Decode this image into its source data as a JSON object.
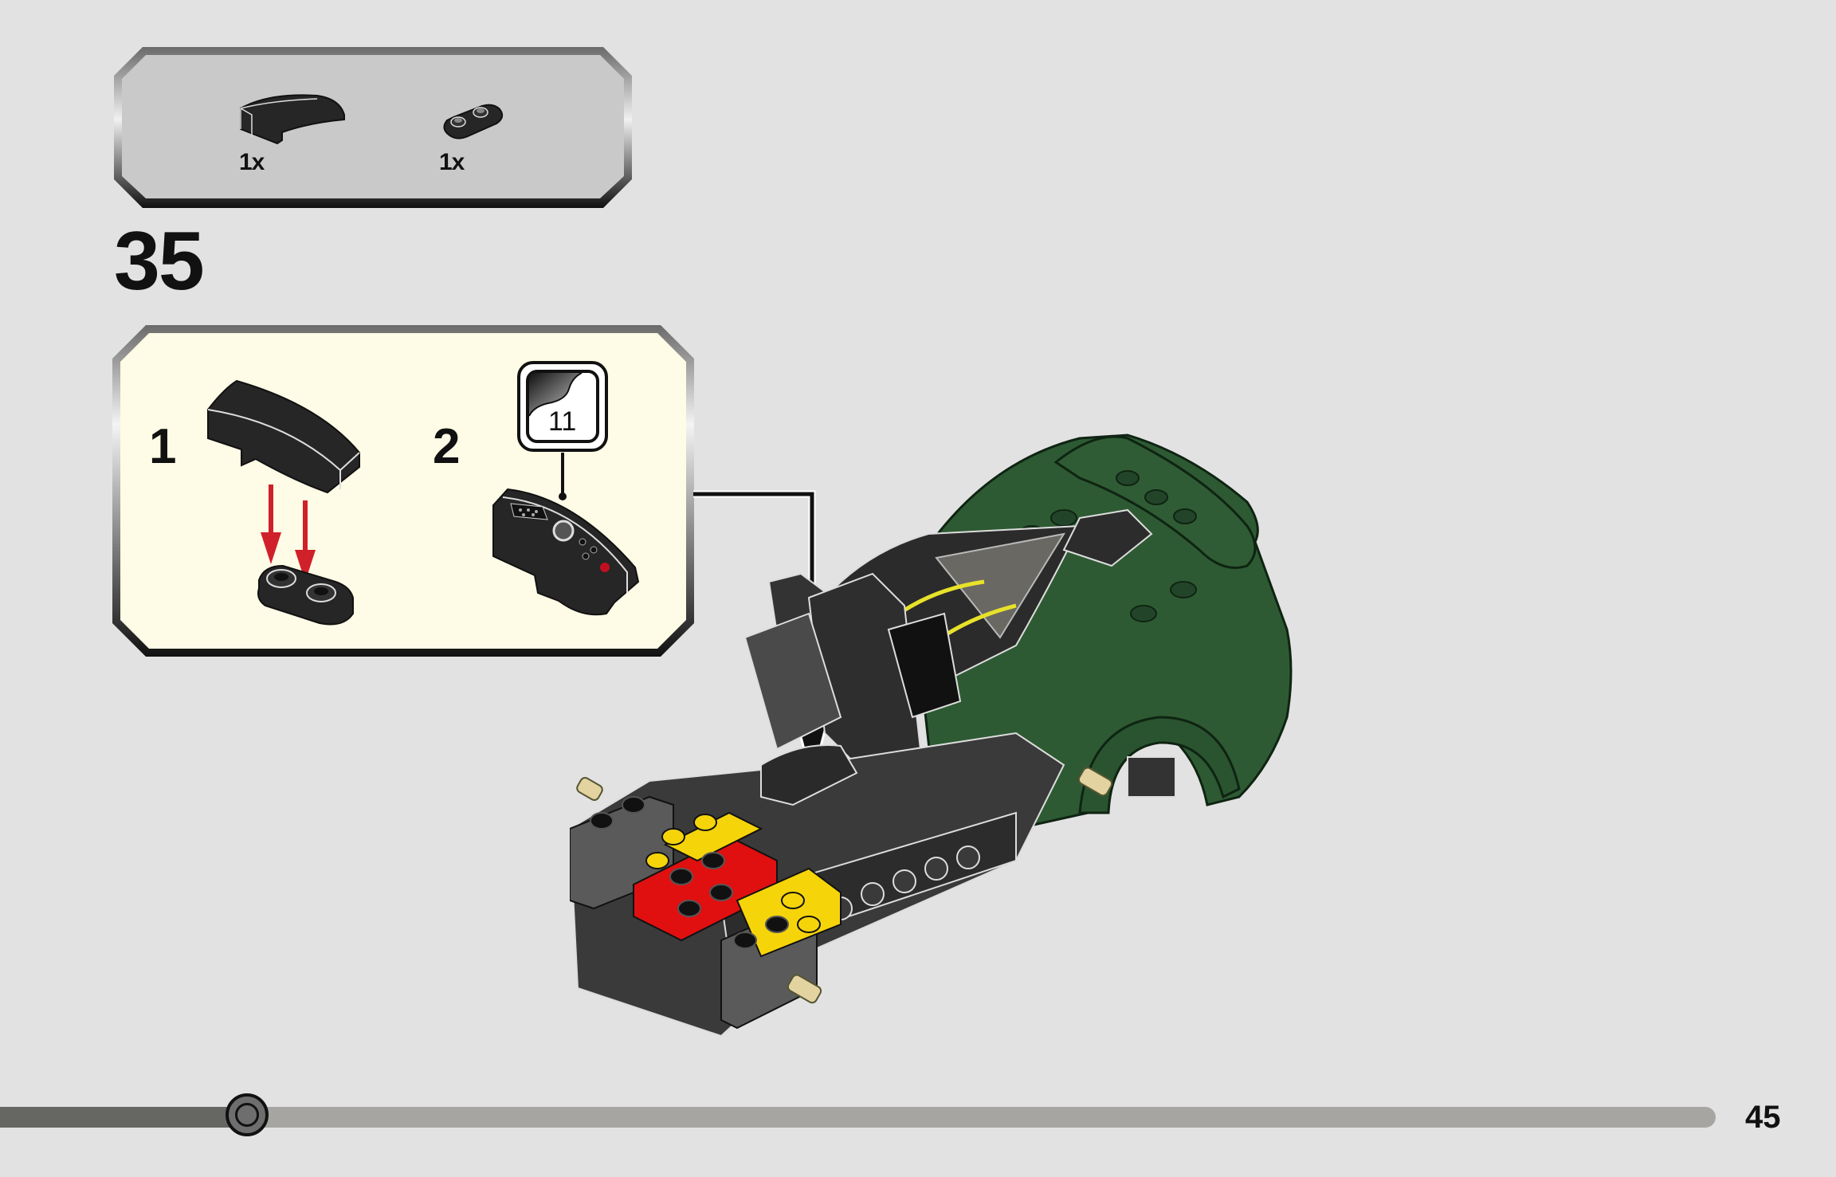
{
  "page": {
    "background": "#e3e2e3",
    "page_number": "45"
  },
  "parts_list": {
    "background": "#c9c9c9",
    "items": [
      {
        "part": "black-curved-slope-1x2",
        "color": "#2a2a2a",
        "quantity": "1x"
      },
      {
        "part": "black-plate-1x2-rounded",
        "color": "#2a2a2a",
        "quantity": "1x"
      }
    ]
  },
  "step": {
    "number": "35",
    "substeps_panel": {
      "background": "#fefbe6",
      "substeps": [
        {
          "number": "1",
          "description": "curved slope attached onto rounded plate",
          "arrow_color": "#d0202a"
        },
        {
          "number": "2",
          "description": "apply sticker",
          "sticker_number": "11"
        }
      ]
    },
    "model": {
      "description": "green race car chassis assembly",
      "colors": {
        "body_green": "#2e5a33",
        "dark_gray": "#4a4a4a",
        "black": "#1c1c1c",
        "red": "#e01010",
        "yellow": "#f6d40a",
        "tan": "#e3d3a0",
        "accent_yellow": "#e8e22a"
      }
    }
  },
  "progress": {
    "percent": 13.5,
    "filled_color": "#666663",
    "track_color": "#a6a5a2"
  }
}
